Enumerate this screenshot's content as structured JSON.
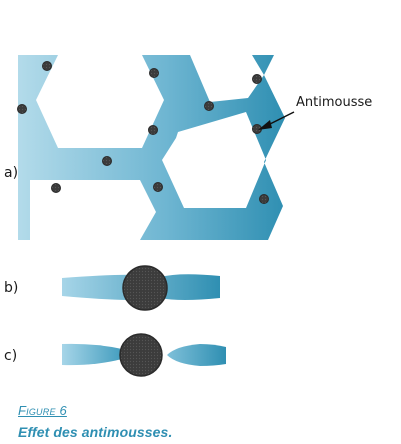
{
  "labels": {
    "part_a": "a)",
    "part_b": "b)",
    "part_c": "c)",
    "antifoam": "Antimousse"
  },
  "caption": {
    "number": "Figure 6",
    "title": "Effet des antimousses."
  },
  "colors": {
    "film_light": "#a6d5e8",
    "film_dark": "#2f8fb2",
    "particle": "#3c3c3c",
    "caption": "#2f8fb2",
    "text": "#1a1a1a"
  }
}
